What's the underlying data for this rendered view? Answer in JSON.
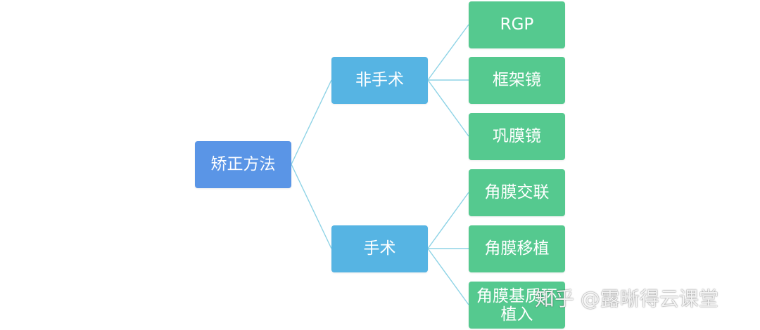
{
  "diagram": {
    "root": {
      "label": "矫正方法"
    },
    "branches": [
      {
        "label": "非手术",
        "children": [
          "RGP",
          "框架镜",
          "巩膜镜"
        ]
      },
      {
        "label": "手术",
        "children": [
          "角膜交联",
          "角膜移植",
          "角膜基质环\n植入"
        ]
      }
    ]
  },
  "watermark": {
    "text": "知乎 @露晰得云课堂"
  },
  "colors": {
    "root": "#5a95e6",
    "branch": "#56b4e3",
    "leaf": "#55c98f",
    "connector": "#8ed3e6"
  }
}
